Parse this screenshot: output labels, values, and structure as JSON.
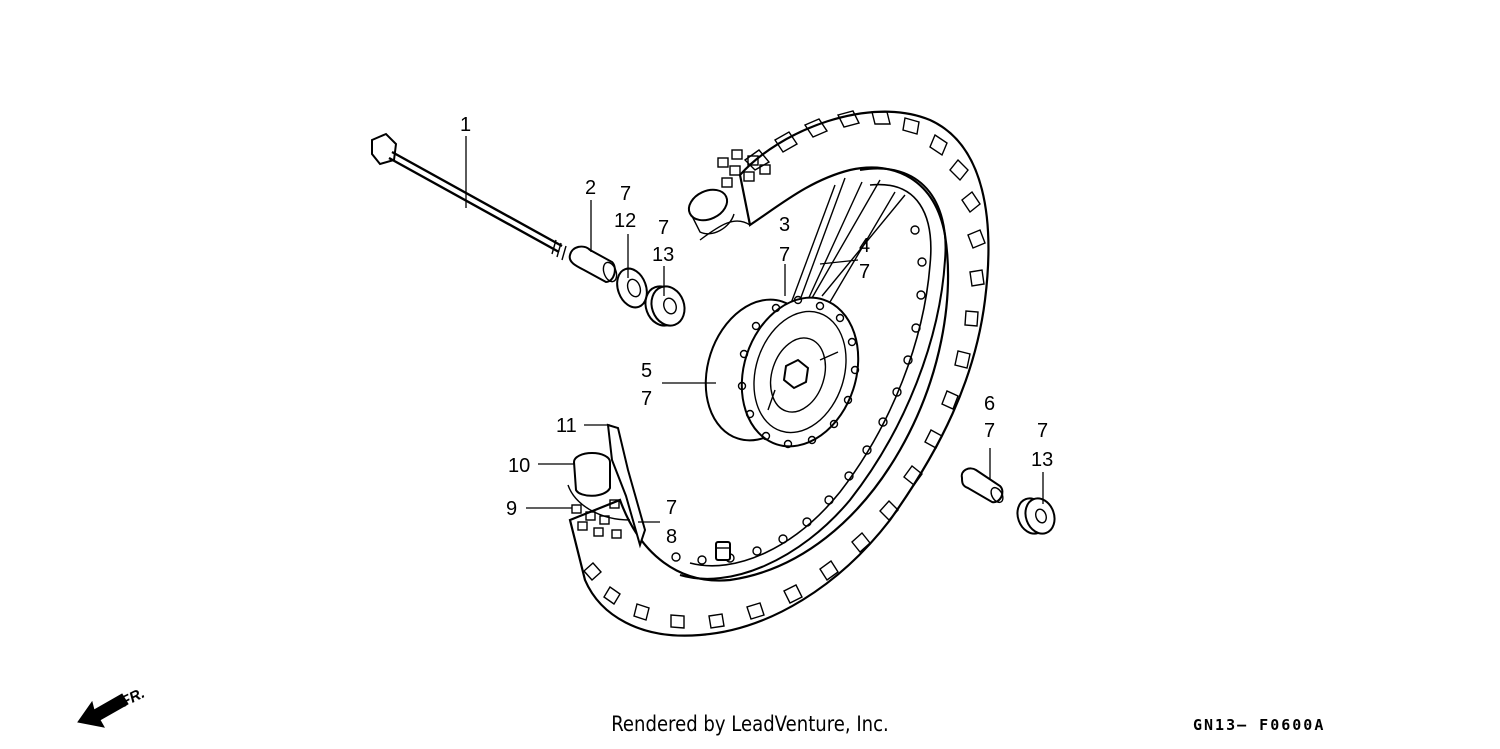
{
  "callouts": [
    {
      "id": "c1",
      "text": "1"
    },
    {
      "id": "c2",
      "text": "2"
    },
    {
      "id": "c3",
      "text": "3"
    },
    {
      "id": "c4",
      "text": "4"
    },
    {
      "id": "c5",
      "text": "5"
    },
    {
      "id": "c6",
      "text": "6"
    },
    {
      "id": "c7a",
      "text": "7"
    },
    {
      "id": "c7b",
      "text": "7"
    },
    {
      "id": "c7c",
      "text": "7"
    },
    {
      "id": "c7d",
      "text": "7"
    },
    {
      "id": "c7e",
      "text": "7"
    },
    {
      "id": "c7f",
      "text": "7"
    },
    {
      "id": "c7g",
      "text": "7"
    },
    {
      "id": "c7h",
      "text": "7"
    },
    {
      "id": "c8",
      "text": "8"
    },
    {
      "id": "c9",
      "text": "9"
    },
    {
      "id": "c10",
      "text": "10"
    },
    {
      "id": "c11",
      "text": "11"
    },
    {
      "id": "c12",
      "text": "12"
    },
    {
      "id": "c13a",
      "text": "13"
    },
    {
      "id": "c13b",
      "text": "13"
    }
  ],
  "front_marker": "FR.",
  "footer": {
    "credit": "Rendered by LeadVenture, Inc.",
    "figure_code": "GN13— F0600A"
  }
}
